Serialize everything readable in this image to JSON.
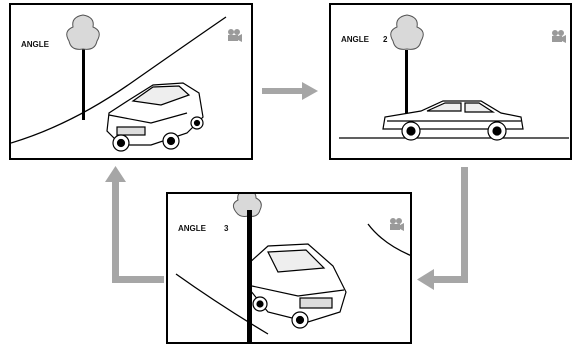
{
  "panels": [
    {
      "id": "panel-1",
      "label": "ANGLE",
      "number": ""
    },
    {
      "id": "panel-2",
      "label": "ANGLE",
      "number": "2"
    },
    {
      "id": "panel-3",
      "label": "ANGLE",
      "number": "3"
    }
  ],
  "colors": {
    "arrow": "#a6a6a6",
    "line": "#000000",
    "tree_foliage": "#d9d9d9",
    "camera_icon": "#9a9a9a"
  },
  "icons": [
    "camera-angle-icon",
    "tree-icon",
    "car-icon",
    "arrow-right",
    "arrow-down-left",
    "arrow-up"
  ]
}
